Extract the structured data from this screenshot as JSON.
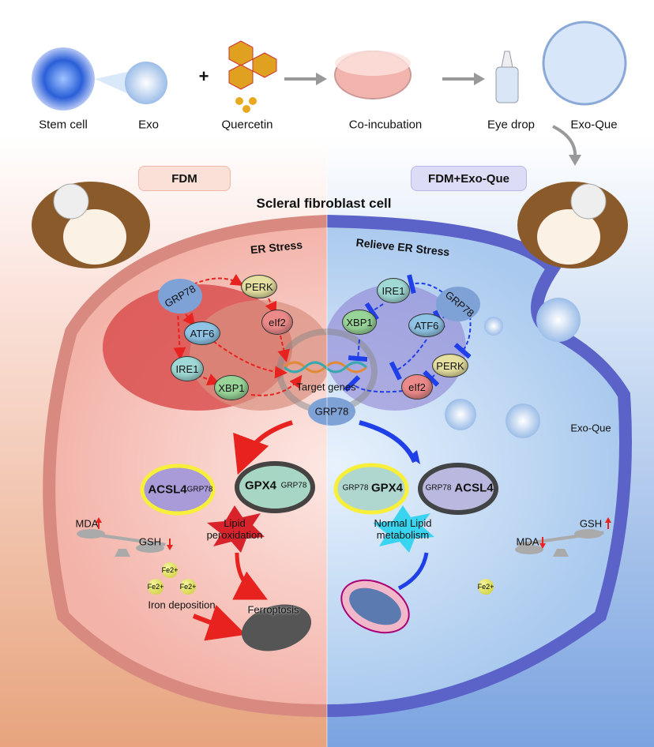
{
  "workflow": {
    "steps": [
      "Stem cell",
      "Exo",
      "Quercetin",
      "Co-incubation",
      "Eye drop",
      "Exo-Que"
    ],
    "plus": "+"
  },
  "groups": {
    "left": "FDM",
    "right": "FDM+Exo-Que"
  },
  "title": "Scleral fibroblast cell",
  "left": {
    "heading": "ER Stress",
    "nodes": {
      "grp78": "GRP78",
      "perk": "PERK",
      "atf6": "ATF6",
      "eif2": "eIf2",
      "ire1": "IRE1",
      "xbp1": "XBP1"
    },
    "proteins": {
      "acsl4": "ACSL4",
      "grp78a": "GRP78",
      "gpx4": "GPX4",
      "grp78b": "GRP78"
    },
    "burst": "Lipid peroxidation",
    "mda": "MDA",
    "gsh": "GSH",
    "fe": "Fe2+",
    "iron": "Iron deposition",
    "ferroptosis": "Ferroptosis"
  },
  "center": {
    "target": "Target genes",
    "grp78": "GRP78"
  },
  "right": {
    "heading": "Relieve ER Stress",
    "nodes": {
      "grp78": "GRP78",
      "perk": "PERK",
      "atf6": "ATF6",
      "eif2": "eIf2",
      "ire1": "IRE1",
      "xbp1": "XBP1"
    },
    "proteins": {
      "grp78a": "GRP78",
      "gpx4": "GPX4",
      "grp78b": "GRP78",
      "acsl4": "ACSL4"
    },
    "burst": "Normal Lipid metabolism",
    "mda": "MDA",
    "gsh": "GSH",
    "fe": "Fe2+",
    "exoque": "Exo-Que"
  },
  "colors": {
    "activate": "#e8231f",
    "inhibit": "#1f3fe8",
    "leftbg": "#f6c9bd",
    "rightbg": "#bcd6f2"
  }
}
